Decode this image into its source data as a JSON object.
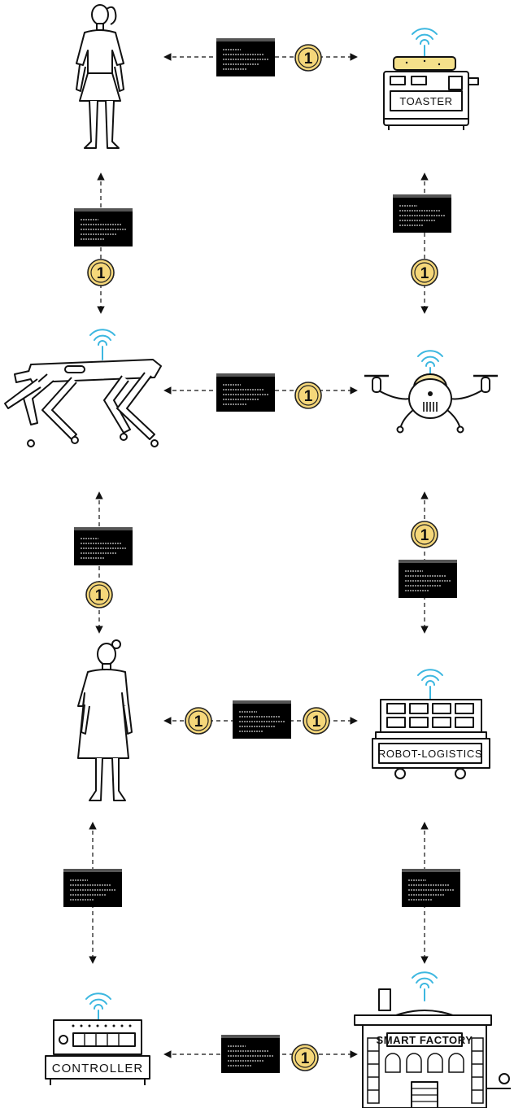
{
  "colors": {
    "coin_fill": "#f5d77a",
    "coin_stroke": "#222222",
    "wifi": "#3cb7e0",
    "message_box": "#000000",
    "message_header": "#555555",
    "toaster_bread": "#f5e08a",
    "drone_dome": "#f3e0a0",
    "line": "#111111"
  },
  "labels": {
    "toaster": "TOASTER",
    "robot_logistics": "ROBOT-LOGISTICS",
    "controller": "CONTROLLER",
    "smart_factory": "SMART FACTORY"
  },
  "coin": {
    "value": "1"
  },
  "icons": {
    "person_a": "person-figure-icon",
    "person_b": "person-figure-icon",
    "toaster": "toaster-icon",
    "robot_dog": "robot-dog-icon",
    "drone": "drone-icon",
    "logistics": "logistics-robot-icon",
    "controller": "controller-icon",
    "factory": "factory-icon",
    "wifi": "wifi-icon",
    "coin": "coin-icon",
    "message": "message-block-icon"
  },
  "connections": [
    {
      "from": "person-a",
      "to": "toaster",
      "coins": 1
    },
    {
      "from": "person-a",
      "to": "robot-dog",
      "coins": 1
    },
    {
      "from": "toaster",
      "to": "drone",
      "coins": 1
    },
    {
      "from": "robot-dog",
      "to": "drone",
      "coins": 1
    },
    {
      "from": "robot-dog",
      "to": "person-b",
      "coins": 1
    },
    {
      "from": "drone",
      "to": "logistics",
      "coins": 1
    },
    {
      "from": "person-b",
      "to": "logistics",
      "coins": 2
    },
    {
      "from": "person-b",
      "to": "controller",
      "coins": 0
    },
    {
      "from": "logistics",
      "to": "factory",
      "coins": 0
    },
    {
      "from": "controller",
      "to": "factory",
      "coins": 1
    }
  ]
}
